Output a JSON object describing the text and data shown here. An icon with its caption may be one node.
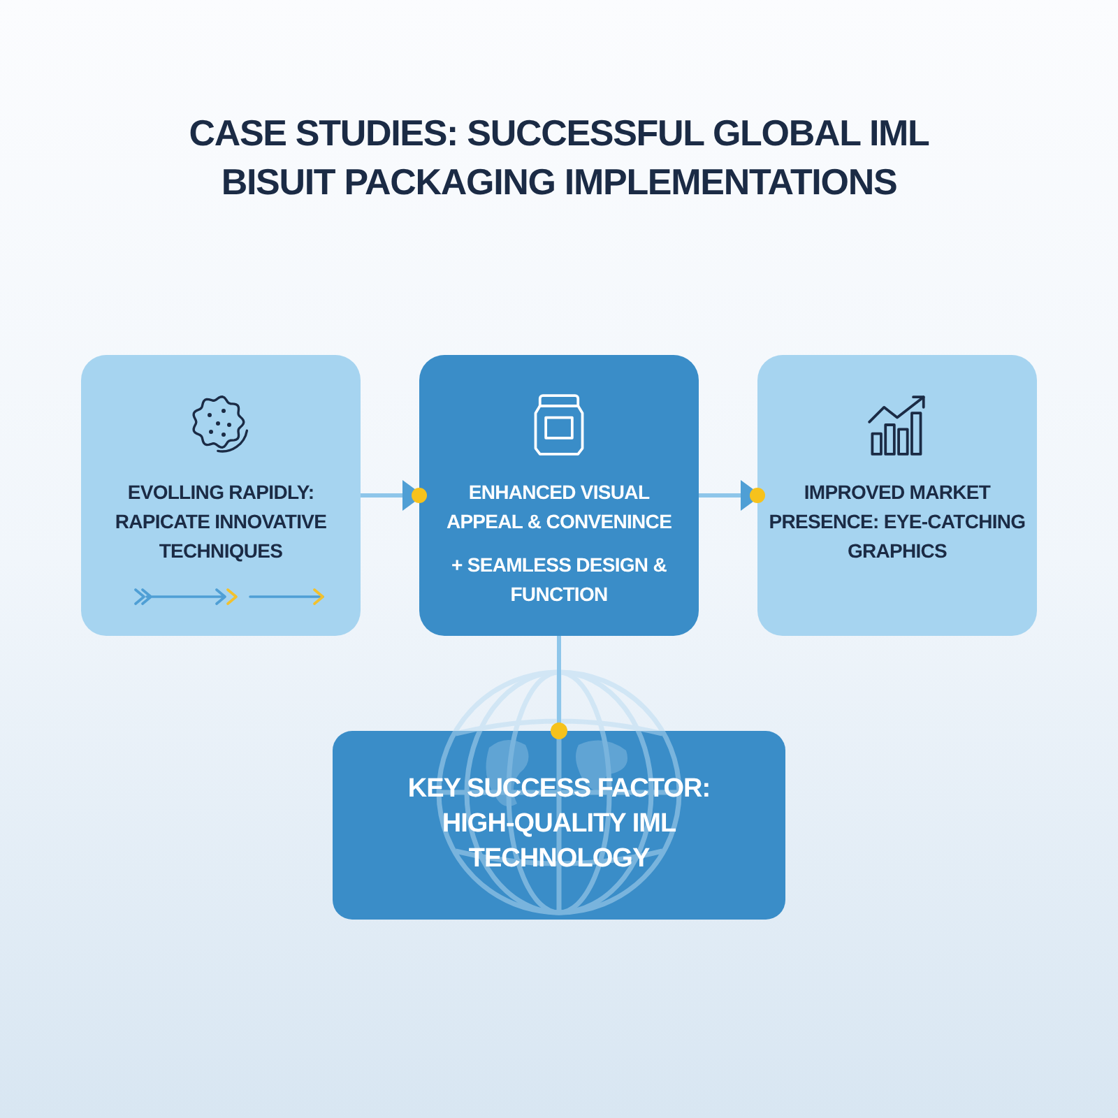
{
  "diagram": {
    "title": "CASE STUDIES: SUCCESSFUL GLOBAL IML BISUIT PACKAGING IMPLEMENTATIONS",
    "nodes": [
      {
        "text": [
          "EVOLLING RAPIDLY: RAPICATE INNOVATIVE TECHNIQUES"
        ]
      },
      {
        "text": [
          "ENHANCED VISUAL APPEAL & CONVENINCE",
          "+ SEAMLESS DESIGN & FUNCTION"
        ]
      },
      {
        "text": [
          "IMPROVED MARKET PRESENCE: EYE-CATCHING GRAPHICS"
        ]
      },
      {
        "text": [
          "KEY SUCCESS FACTOR: HIGH-QUALITY IML TECHNOLOGY"
        ]
      }
    ],
    "edges": [
      {
        "from": 0,
        "to": 1,
        "arrow": "to"
      },
      {
        "from": 1,
        "to": 2,
        "arrow": "to"
      },
      {
        "from": 1,
        "to": 3,
        "arrow": "other"
      }
    ]
  }
}
